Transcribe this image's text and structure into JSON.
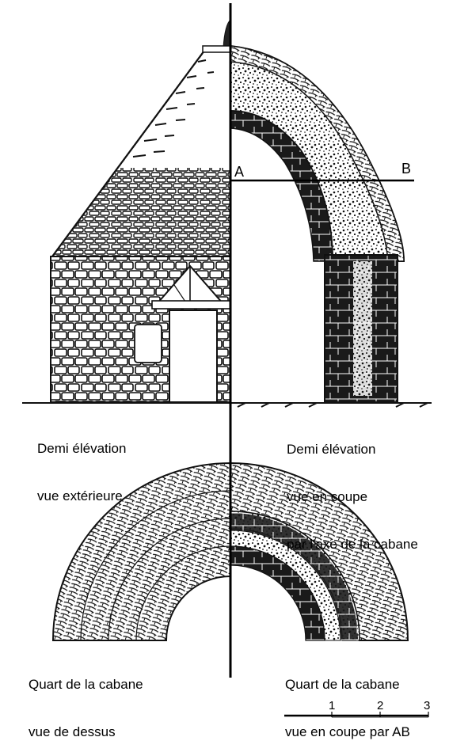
{
  "labels": {
    "a": "A",
    "b": "B"
  },
  "captions": {
    "top_left": [
      "Demi élévation",
      "vue extérieure"
    ],
    "top_right": [
      "Demi élévation",
      "vue en coupe",
      "par l'axe de la cabane"
    ],
    "bottom_left": [
      "Quart de la cabane",
      "vue de dessus"
    ],
    "bottom_right": [
      "Quart de la cabane",
      "vue en coupe par AB"
    ]
  },
  "scale": {
    "ticks": [
      "1",
      "2",
      "3"
    ]
  }
}
